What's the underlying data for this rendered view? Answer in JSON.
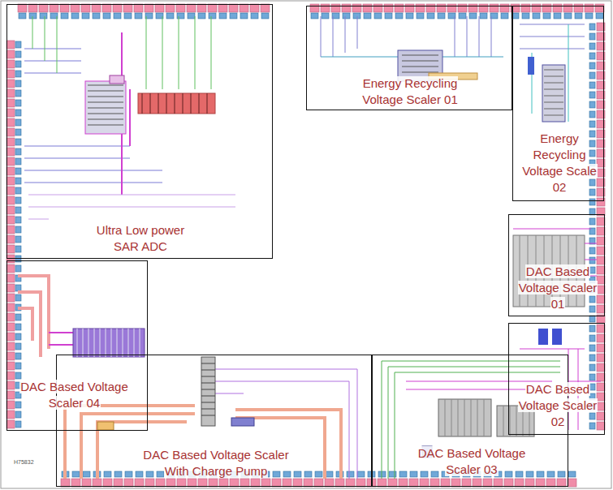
{
  "diagram": {
    "nodes": [
      {
        "text": [
          "Ultra Low power SAR ADC"
        ]
      },
      {
        "text": [
          "Energy Recycling Voltage Scaler 01"
        ]
      },
      {
        "text": [
          "Energy Recycling Voltage Scale 02"
        ]
      },
      {
        "text": [
          "DAC Based Voltage Scaler 01"
        ]
      },
      {
        "text": [
          "DAC Based Voltage Scaler 04"
        ]
      },
      {
        "text": [
          "DAC Based Voltage Scaler 02"
        ]
      },
      {
        "text": [
          "DAC Based Voltage Scaler With Charge Pump"
        ]
      },
      {
        "text": [
          "DAC Based Voltage Scaler 03"
        ]
      }
    ],
    "labels": [
      "H75832"
    ]
  }
}
